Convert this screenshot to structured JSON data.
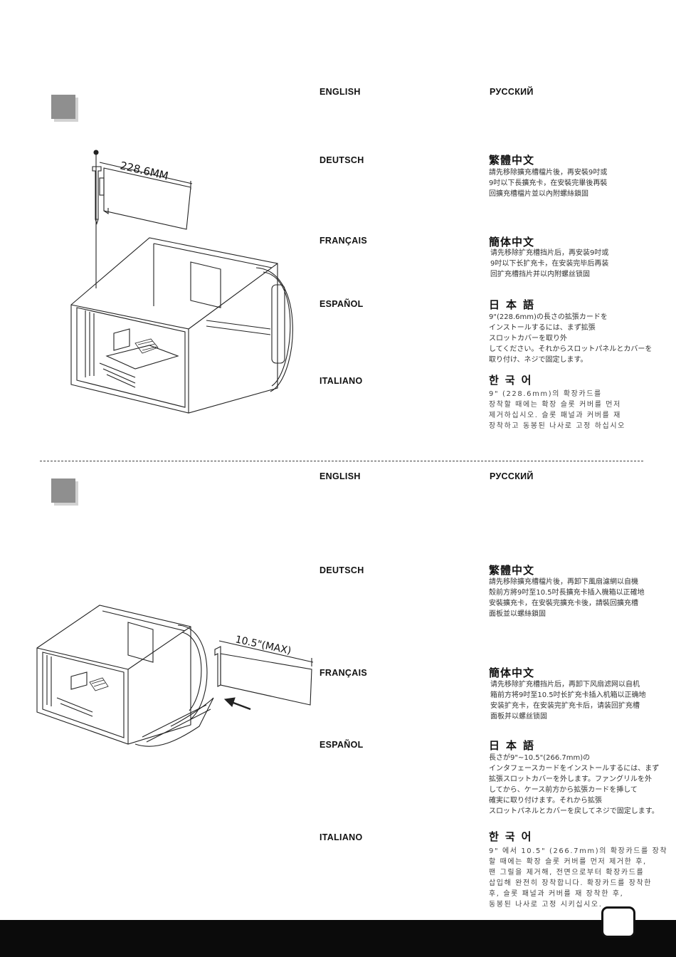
{
  "section1": {
    "langs": {
      "english": "ENGLISH",
      "russian": "РУССКИЙ",
      "deutsch": "DEUTSCH",
      "francais": "FRANÇAIS",
      "espanol": "ESPAÑOL",
      "italiano": "ITALIANO"
    },
    "cjk": {
      "trad_title": "繁體中文",
      "trad_body": "請先移除擴充槽檔片後，再安裝9吋或\n9吋以下長擴充卡，在安裝完畢後再裝\n回擴充槽檔片並以內附螺絲鎖固",
      "simp_title": "簡体中文",
      "simp_body": "请先移除扩充槽挡片后，再安装9吋或\n9吋以下长扩充卡，在安装完毕后再装\n回扩充槽挡片并以内附螺丝锁固",
      "jp_title": "日本語",
      "jp_body": "9\"(228.6mm)の長さの拡張カードを\nインストールするには、まず拡張\nスロットカバーを取り外\nしてください。それからスロットパネルとカバーを\n取り付け、ネジで固定します。",
      "ko_title": "한국어",
      "ko_body": "9\" (228.6mm)의 확장카드를\n장착할 때에는 확장 슬롯 커버를 먼저\n제거하십시오. 슬롯 패널과 커버를 재\n장착하고 동봉된 나사로 고정 하십시오"
    },
    "figure_label": "228.6MM"
  },
  "section2": {
    "langs": {
      "english": "ENGLISH",
      "russian": "РУССКИЙ",
      "deutsch": "DEUTSCH",
      "francais": "FRANÇAIS",
      "espanol": "ESPAÑOL",
      "italiano": "ITALIANO"
    },
    "cjk": {
      "trad_title": "繁體中文",
      "trad_body": "請先移除擴充槽檔片後，再卸下風扇濾網以自機\n殼前方將9吋至10.5吋長擴充卡插入機箱以正確地\n安裝擴充卡，在安裝完擴充卡後，請裝回擴充槽\n面板並以螺絲鎖固",
      "simp_title": "簡体中文",
      "simp_body": "请先移除扩充槽挡片后，再卸下风扇滤网以自机\n箱前方将9吋至10.5吋长扩充卡插入机箱以正确地\n安装扩充卡，在安装完扩充卡后，请装回扩充槽\n面板并以螺丝锁固",
      "jp_title": "日本語",
      "jp_body": "長さが9\"~10.5\"(266.7mm)の\nインタフェースカードをインストールするには、まず\n拡張スロットカバーを外します。ファングリルを外\nしてから、ケース前方から拡張カードを挿して\n確実に取り付けます。それから拡張\nスロットパネルとカバーを戻してネジで固定します。",
      "ko_title": "한국어",
      "ko_body": "9\" 에서 10.5\" (266.7mm)의 확장카드를 장착\n할 때에는 확장 슬롯 커버를 먼저 제거한 후,\n팬 그릴을 제거해, 전면으로부터 확장카드를\n삽입해 완전히 장착합니다. 확장카드를 장착한\n후, 슬롯 패널과 커버를 재 장착한 후,\n동봉된 나사로 고정 시키십시오."
    },
    "figure_label": "10.5\"(MAX)"
  },
  "colors": {
    "step_box": "#8f8f8f",
    "footer": "#0b0b0b"
  }
}
